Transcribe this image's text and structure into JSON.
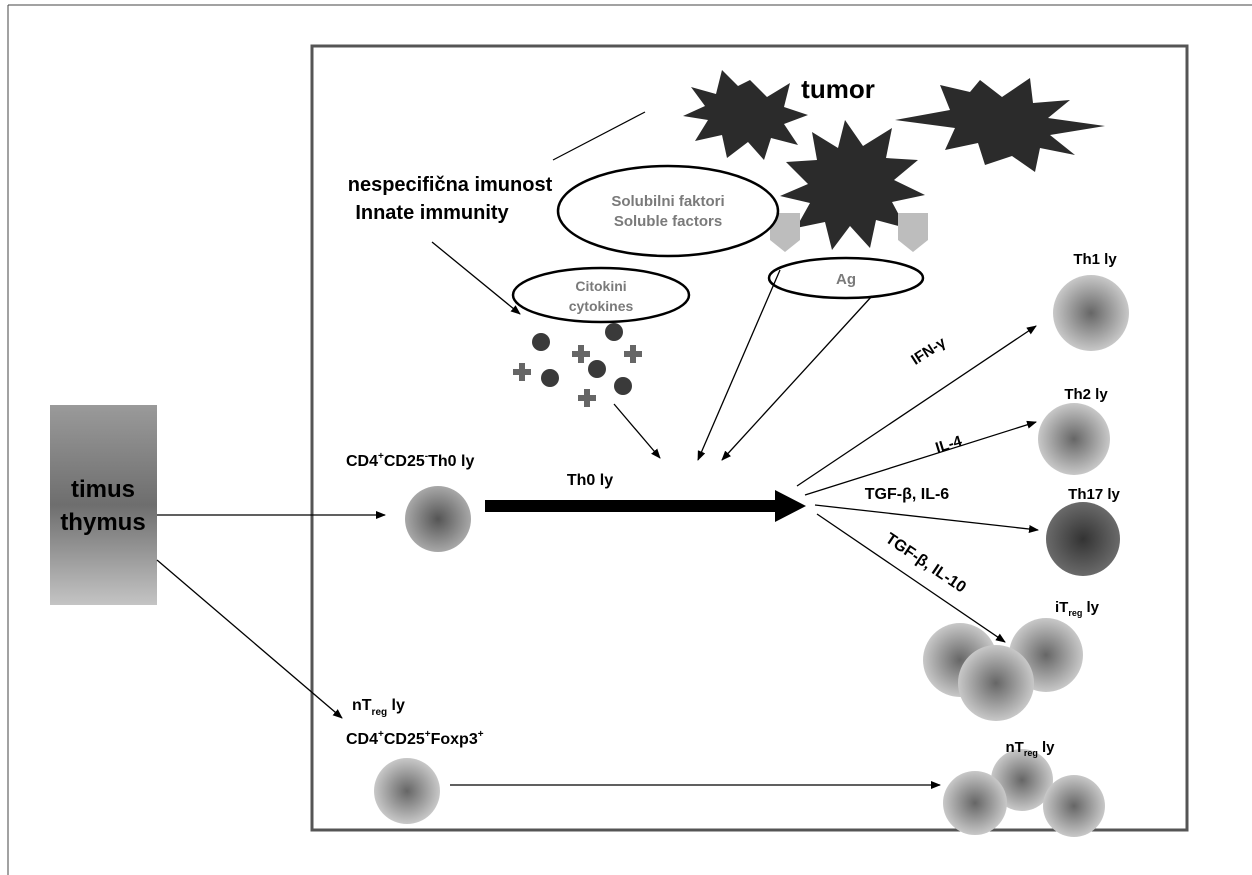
{
  "thymus": {
    "line1": "timus",
    "line2": "thymus"
  },
  "tumor": {
    "label": "tumor"
  },
  "innate": {
    "line1": "nespecifična imunost",
    "line2": "Innate immunity"
  },
  "soluble": {
    "line1": "Solubilni faktori",
    "line2": "Soluble factors"
  },
  "cytokines": {
    "line1": "Citokini",
    "line2": "cytokines"
  },
  "antigen": {
    "label": "Ag"
  },
  "th0_source": {
    "prefix": "CD4",
    "sup1": "+",
    "mid": "CD25",
    "sup2": "-",
    "suffix": "Th0 ly"
  },
  "th0_arrow": {
    "label": "Th0 ly"
  },
  "outputs": {
    "th1": {
      "label": "Th1 ly",
      "signal": "IFN-γ"
    },
    "th2": {
      "label": "Th2 ly",
      "signal": "IL-4"
    },
    "th17": {
      "label": "Th17 ly",
      "signal": "TGF-β, IL-6"
    },
    "itreg": {
      "prefix": "iT",
      "sub": "reg",
      "suffix": " ly",
      "signal": "TGF-β, IL-10"
    }
  },
  "ntreg_source": {
    "prefix": "nT",
    "sub": "reg",
    "suffix": " ly",
    "marker_prefix": "CD4",
    "marker_sup1": "+",
    "marker_mid": "CD25",
    "marker_sup2": "+",
    "marker_mid2": "Foxp3",
    "marker_sup3": "+"
  },
  "ntreg_target": {
    "prefix": "nT",
    "sub": "reg",
    "suffix": " ly"
  },
  "colors": {
    "line": "#000000",
    "box": "#555555",
    "tumor": "#2b2b2b",
    "dot": "#3a3a3a",
    "cell_light": "#bdbdbd",
    "cell_dark": "#555555"
  }
}
